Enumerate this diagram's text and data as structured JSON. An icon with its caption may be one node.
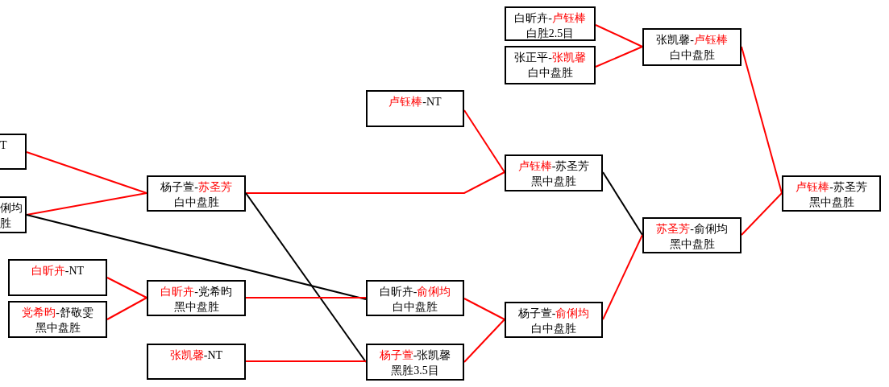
{
  "diagram": {
    "nodes": [
      {
        "text": [
          "T"
        ]
      },
      {
        "text": [
          "俐均",
          "胜"
        ]
      },
      {
        "text": [
          "白昕卉-NT"
        ]
      },
      {
        "text": [
          "党希昀-舒敬雯",
          "黑中盘胜"
        ]
      },
      {
        "text": [
          "杨子萱-苏圣芳",
          "白中盘胜"
        ]
      },
      {
        "text": [
          "白昕卉-党希昀",
          "黑中盘胜"
        ]
      },
      {
        "text": [
          "张凯馨-NT"
        ]
      },
      {
        "text": [
          "卢钰棒-NT"
        ]
      },
      {
        "text": [
          "白昕卉-俞俐均",
          "白中盘胜"
        ]
      },
      {
        "text": [
          "杨子萱-张凯馨",
          "黑胜3.5目"
        ]
      },
      {
        "text": [
          "白昕卉-卢钰棒",
          "白胜2.5目"
        ]
      },
      {
        "text": [
          "张正平-张凯馨",
          "白中盘胜"
        ]
      },
      {
        "text": [
          "卢钰棒-苏圣芳",
          "黑中盘胜"
        ]
      },
      {
        "text": [
          "杨子萱-俞俐均",
          "白中盘胜"
        ]
      },
      {
        "text": [
          "张凯馨-卢钰棒",
          "白中盘胜"
        ]
      },
      {
        "text": [
          "苏圣芳-俞俐均",
          "黑中盘胜"
        ]
      },
      {
        "text": [
          "卢钰棒-苏圣芳",
          "黑中盘胜"
        ]
      }
    ],
    "edges": [
      {
        "from": 0,
        "to": 4,
        "arrow": "none"
      },
      {
        "from": 1,
        "to": 4,
        "arrow": "none"
      },
      {
        "from": 1,
        "to": 8,
        "arrow": "none",
        "color": "#000000"
      },
      {
        "from": 2,
        "to": 5,
        "arrow": "none"
      },
      {
        "from": 3,
        "to": 5,
        "arrow": "none"
      },
      {
        "from": 4,
        "to": 12,
        "arrow": "none"
      },
      {
        "from": 4,
        "to": 9,
        "arrow": "none",
        "color": "#000000"
      },
      {
        "from": 5,
        "to": 8,
        "arrow": "none"
      },
      {
        "from": 6,
        "to": 9,
        "arrow": "none"
      },
      {
        "from": 7,
        "to": 12,
        "arrow": "none"
      },
      {
        "from": 8,
        "to": 13,
        "arrow": "none"
      },
      {
        "from": 9,
        "to": 13,
        "arrow": "none"
      },
      {
        "from": 10,
        "to": 14,
        "arrow": "none"
      },
      {
        "from": 11,
        "to": 14,
        "arrow": "none"
      },
      {
        "from": 12,
        "to": 15,
        "arrow": "none",
        "color": "#000000"
      },
      {
        "from": 13,
        "to": 15,
        "arrow": "none"
      },
      {
        "from": 14,
        "to": 16,
        "arrow": "none"
      },
      {
        "from": 15,
        "to": 16,
        "arrow": "none"
      }
    ]
  }
}
